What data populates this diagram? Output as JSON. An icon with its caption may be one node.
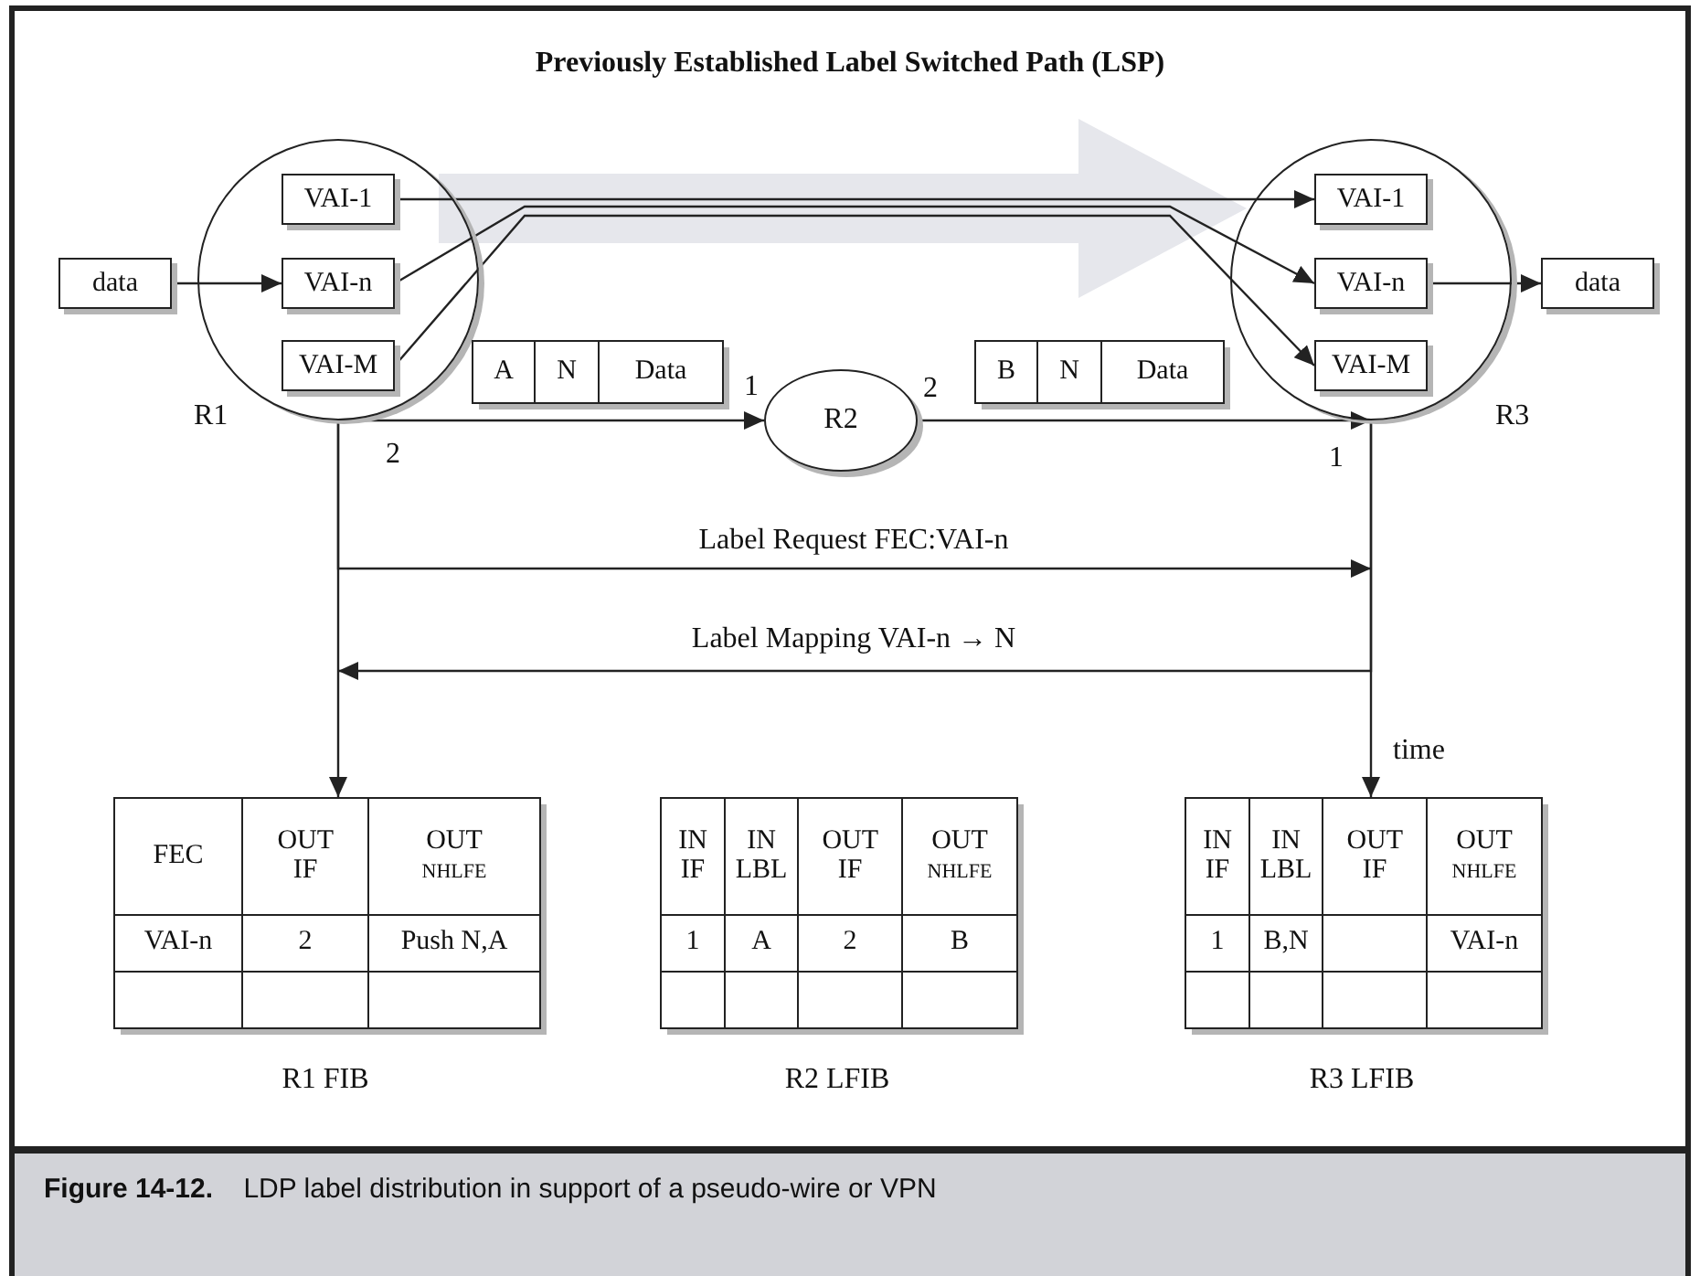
{
  "diagram": {
    "caption": "**Figure 14-12.**    LDP label distribution in support of a pseudo-wire or VPN",
    "nodes": [
      {
        "text": [
          "R1"
        ]
      },
      {
        "text": [
          "VAI-1"
        ],
        "in": 0
      },
      {
        "text": [
          "VAI-n"
        ],
        "in": 0
      },
      {
        "text": [
          "VAI-M"
        ],
        "in": 0
      },
      {
        "text": [
          "data"
        ]
      },
      {
        "text": [
          "A",
          "N",
          "Data"
        ]
      },
      {
        "text": [
          "R2"
        ]
      },
      {
        "text": [
          "B",
          "N",
          "Data"
        ]
      },
      {
        "text": [
          "R3"
        ]
      },
      {
        "text": [
          "VAI-1"
        ],
        "in": 8
      },
      {
        "text": [
          "VAI-n"
        ],
        "in": 8
      },
      {
        "text": [
          "VAI-M"
        ],
        "in": 8
      },
      {
        "text": [
          "data"
        ]
      },
      {
        "text": [
          "FEC",
          "OUT IF",
          "OUT NHLFE",
          "VAI-n",
          "2",
          "Push N,A"
        ],
        "beside": [
          "R1 FIB"
        ]
      },
      {
        "text": [
          "IN IF",
          "IN LBL",
          "OUT IF",
          "OUT NHLFE",
          "1",
          "A",
          "2",
          "B"
        ],
        "beside": [
          "R2 LFIB"
        ]
      },
      {
        "text": [
          "IN IF",
          "IN LBL",
          "OUT IF",
          "OUT NHLFE",
          "1",
          "B,N",
          "VAI-n"
        ],
        "beside": [
          "R3 LFIB"
        ]
      }
    ],
    "edges": [
      {
        "from": 4,
        "to": 2,
        "arrow": "to"
      },
      {
        "from": 1,
        "to": 9,
        "arrow": "to"
      },
      {
        "from": 2,
        "to": 10,
        "arrow": "to"
      },
      {
        "from": 3,
        "to": 11,
        "arrow": "to"
      },
      {
        "from": 10,
        "to": 12,
        "arrow": "to"
      },
      {
        "from": 0,
        "to": 6,
        "arrow": "to"
      },
      {
        "from": 6,
        "to": 8,
        "arrow": "to"
      },
      {
        "from": 0,
        "to": 13,
        "arrow": "to"
      },
      {
        "from": 0,
        "to": null,
        "arrow": "to",
        "label": "Label Request FEC:VAI-n"
      },
      {
        "from": 8,
        "to": null,
        "arrow": "to",
        "label": "Label Mapping VAI-n → N"
      },
      {
        "from": 8,
        "to": 15,
        "arrow": "to",
        "label": "time"
      }
    ],
    "labels": [
      "Previously Established Label Switched Path (LSP)",
      "1",
      "2",
      "2",
      "1"
    ]
  }
}
